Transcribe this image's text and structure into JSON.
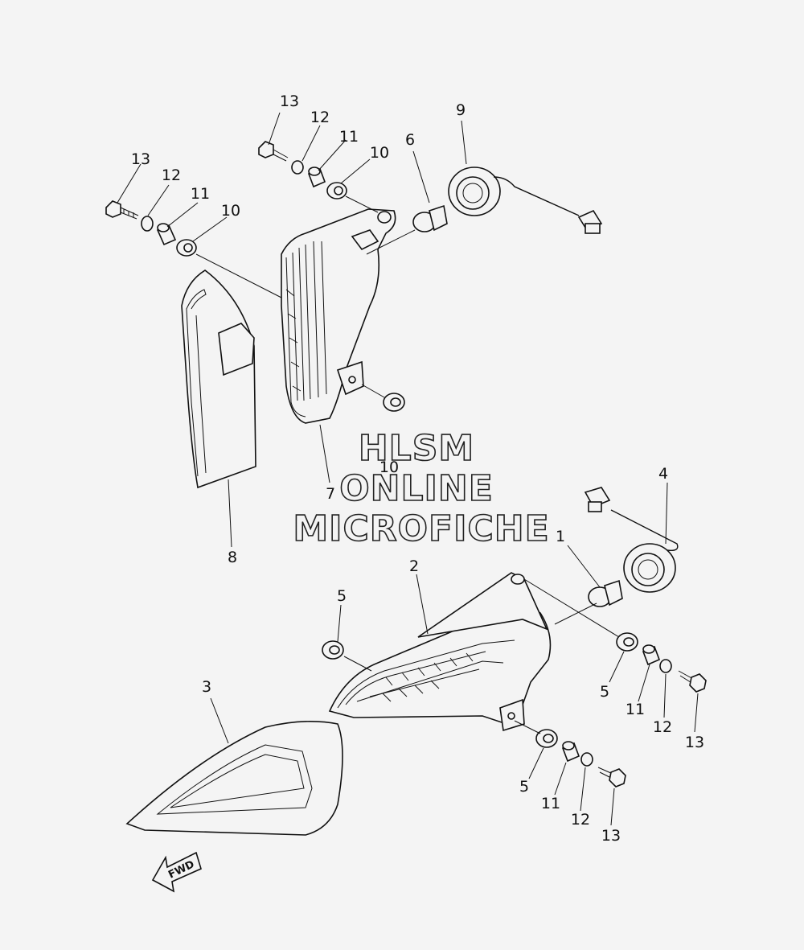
{
  "callouts": [
    {
      "label": "13"
    },
    {
      "label": "12"
    },
    {
      "label": "11"
    },
    {
      "label": "10"
    },
    {
      "label": "6"
    },
    {
      "label": "9"
    },
    {
      "label": "13"
    },
    {
      "label": "12"
    },
    {
      "label": "11"
    },
    {
      "label": "10"
    },
    {
      "label": "10"
    },
    {
      "label": "7"
    },
    {
      "label": "8"
    },
    {
      "label": "4"
    },
    {
      "label": "1"
    },
    {
      "label": "2"
    },
    {
      "label": "5"
    },
    {
      "label": "3"
    },
    {
      "label": "5"
    },
    {
      "label": "11"
    },
    {
      "label": "12"
    },
    {
      "label": "13"
    },
    {
      "label": "5"
    },
    {
      "label": "11"
    },
    {
      "label": "12"
    },
    {
      "label": "13"
    }
  ],
  "watermark": {
    "line1": "HLSM",
    "line2": "ONLINE",
    "line3": "MICROFICHE"
  },
  "fwd_label": "FWD"
}
